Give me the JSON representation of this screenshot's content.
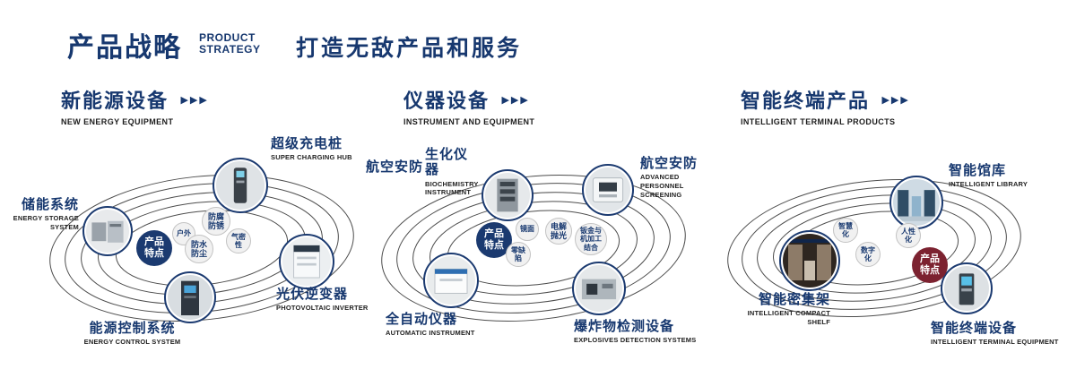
{
  "header": {
    "title": "产品战略",
    "subtitle_line1": "PRODUCT",
    "subtitle_line2": "STRATEGY",
    "slogan": "打造无敌产品和服务"
  },
  "arrows": "▶▶▶",
  "colors": {
    "navy": "#17386f",
    "maroon": "#7c2230"
  },
  "sections": {
    "energy": {
      "title": "新能源设备",
      "subtitle": "NEW ENERGY EQUIPMENT",
      "badge": "产品特点",
      "features": {
        "f1": "户外",
        "f2": "防腐防锈",
        "f3": "防水防尘",
        "f4": "气密性"
      },
      "nodes": {
        "storage": {
          "cn": "储能系统",
          "en": "ENERGY STORAGE SYSTEM"
        },
        "charging": {
          "cn": "超级充电桩",
          "en": "SUPER CHARGING HUB"
        },
        "inverter": {
          "cn": "光伏逆变器",
          "en": "PHOTOVOLTAIC INVERTER"
        },
        "control": {
          "cn": "能源控制系统",
          "en": "ENERGY CONTROL SYSTEM"
        }
      }
    },
    "instrument": {
      "title": "仪器设备",
      "subtitle": "INSTRUMENT AND EQUIPMENT",
      "badge": "产品特点",
      "side_label": "航空安防",
      "features": {
        "f1": "镜面",
        "f2": "电解抛光",
        "f3": "零缺陷",
        "f4": "钣金与机加工结合"
      },
      "nodes": {
        "biochem": {
          "cn": "生化仪器",
          "en": "BIOCHEMISTRY INSTRUMENT"
        },
        "screening": {
          "cn": "航空安防",
          "en": "ADVANCED PERSONNEL SCREENING"
        },
        "automatic": {
          "cn": "全自动仪器",
          "en": "AUTOMATIC INSTRUMENT"
        },
        "explosives": {
          "cn": "爆炸物检测设备",
          "en": "EXPLOSIVES DETECTION SYSTEMS"
        }
      }
    },
    "terminal": {
      "title": "智能终端产品",
      "subtitle": "INTELLIGENT TERMINAL PRODUCTS",
      "badge": "产品特点",
      "features": {
        "f1": "智慧化",
        "f2": "人性化",
        "f3": "数字化"
      },
      "nodes": {
        "library": {
          "cn": "智能馆库",
          "en": "INTELLIGENT LIBRARY"
        },
        "shelf": {
          "cn": "智能密集架",
          "en": "INTELLIGENT COMPACT SHELF"
        },
        "terminal": {
          "cn": "智能终端设备",
          "en": "INTELLIGENT TERMINAL EQUIPMENT"
        }
      }
    }
  }
}
